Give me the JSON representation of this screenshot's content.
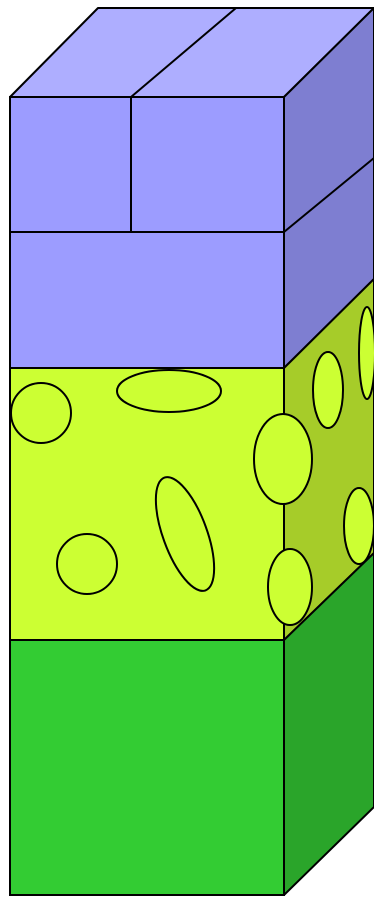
{
  "diagram": {
    "kind": "layered-block",
    "layers": [
      {
        "id": "top",
        "front_fill": "#9c9cff",
        "top_fill": "#aeaeff",
        "side_fill": "#7e7ed1",
        "pattern": "bricks"
      },
      {
        "id": "middle",
        "front_fill": "#ccff33",
        "side_fill": "#a6cc29",
        "ellipse_fill": "#ccff33",
        "pattern": "ellipses"
      },
      {
        "id": "bottom",
        "front_fill": "#33cc33",
        "side_fill": "#2aa52a",
        "pattern": "solid"
      }
    ],
    "stroke": "#000000"
  }
}
